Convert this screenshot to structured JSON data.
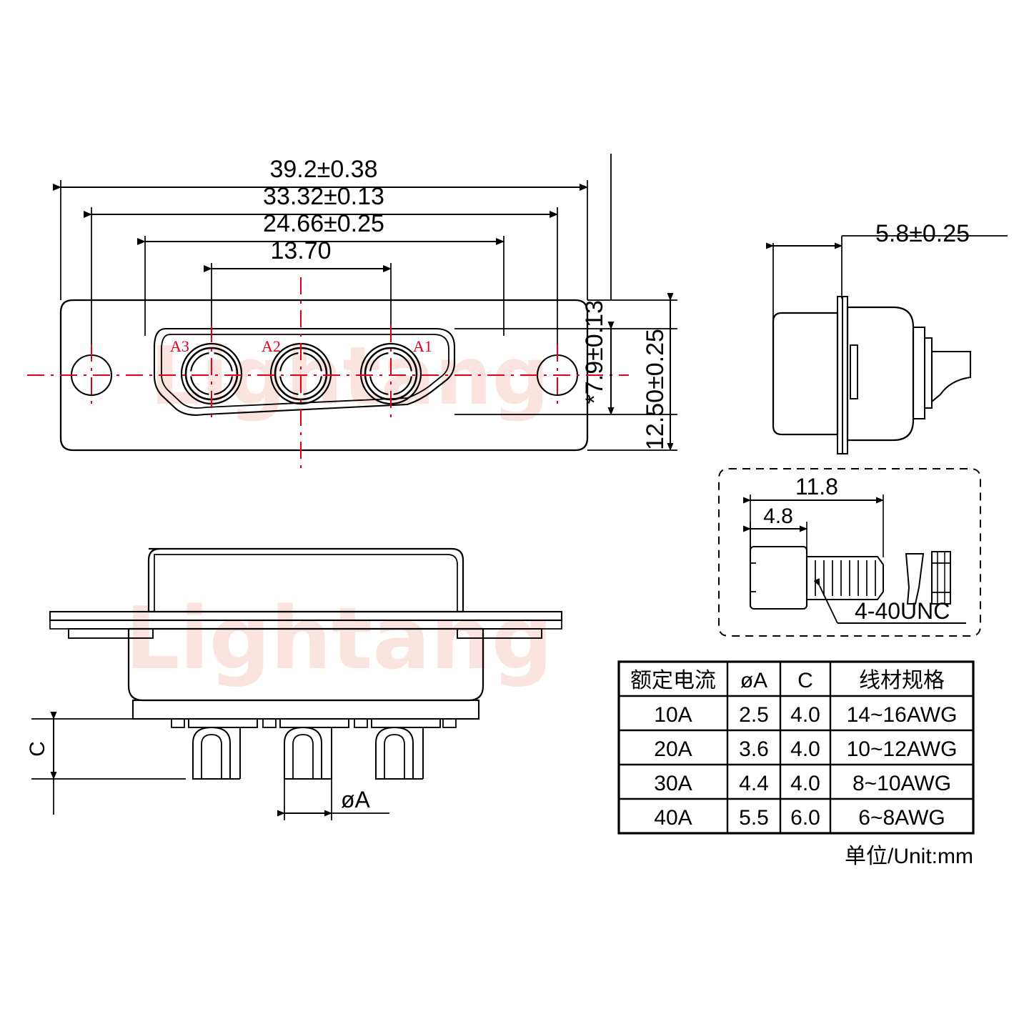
{
  "document": {
    "type": "engineering-drawing",
    "subject": "D-SUB 3W3 high-current connector",
    "watermark": "Lightang",
    "unit_note": "单位/Unit:mm"
  },
  "front_view": {
    "name": "front-view",
    "dimensions": {
      "overall_width": "39.2±0.38",
      "mounting_hole_pitch": "33.32±0.13",
      "shroud_width": "24.66±0.25",
      "contact_pitch": "13.70",
      "flange_offset": "*7.9±0.13",
      "overall_height": "12.50±0.25"
    },
    "contact_labels": [
      "A3",
      "A2",
      "A1"
    ],
    "label_color": "#e00018"
  },
  "side_view": {
    "name": "side-view",
    "dimensions": {
      "depth": "5.8±0.25"
    }
  },
  "bottom_view": {
    "name": "bottom-view",
    "dimensions": {
      "contact_height": "C",
      "contact_diameter": "øA"
    }
  },
  "screw_detail": {
    "name": "screw-detail",
    "dimensions": {
      "total_length": "11.8",
      "head_length": "4.8"
    },
    "thread_callout": "4-40UNC"
  },
  "spec_table": {
    "headers": [
      "额定电流",
      "øA",
      "C",
      "线材规格"
    ],
    "rows": [
      {
        "current": "10A",
        "phiA": "2.5",
        "c": "4.0",
        "wire": "14~16AWG"
      },
      {
        "current": "20A",
        "phiA": "3.6",
        "c": "4.0",
        "wire": "10~12AWG"
      },
      {
        "current": "30A",
        "phiA": "4.4",
        "c": "4.0",
        "wire": "8~10AWG"
      },
      {
        "current": "40A",
        "phiA": "5.5",
        "c": "6.0",
        "wire": "6~8AWG"
      }
    ],
    "footnote": "单位/Unit:mm"
  },
  "colors": {
    "line": "#000000",
    "centerline": "#e00018",
    "watermark": "#fbe3e0"
  }
}
